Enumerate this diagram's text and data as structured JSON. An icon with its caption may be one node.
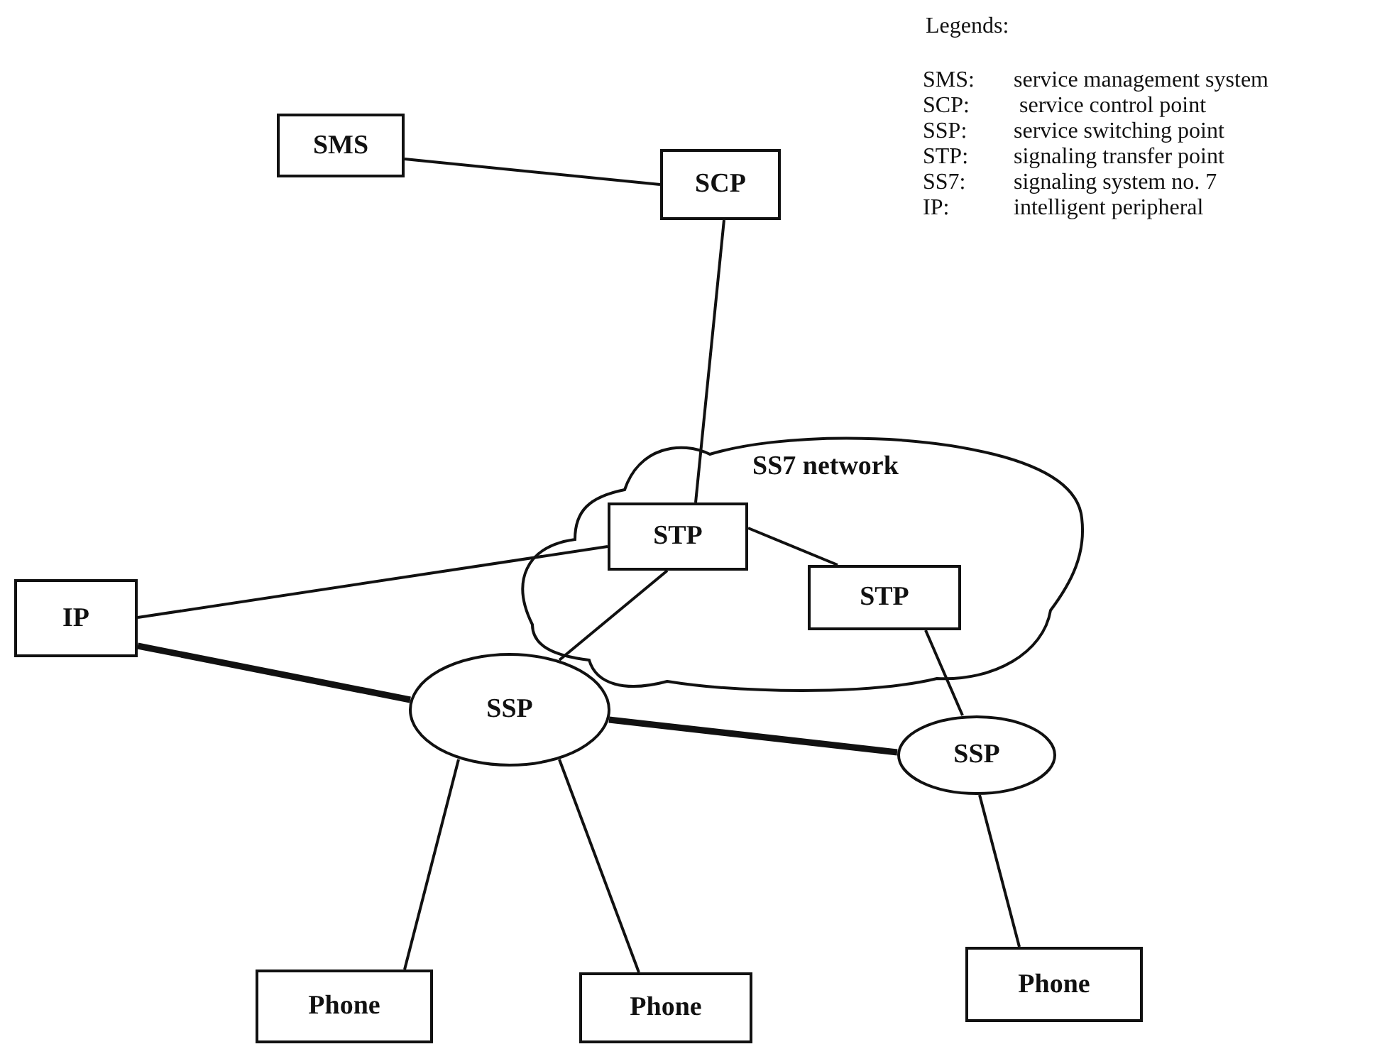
{
  "diagram": {
    "nodes": [
      {
        "text": [
          "SMS"
        ]
      },
      {
        "text": [
          "SCP"
        ]
      },
      {
        "text": [
          "SS7 network"
        ]
      },
      {
        "text": [
          "STP"
        ],
        "in": 2
      },
      {
        "text": [
          "STP"
        ],
        "in": 2
      },
      {
        "text": [
          "IP"
        ]
      },
      {
        "text": [
          "SSP"
        ]
      },
      {
        "text": [
          "SSP"
        ]
      },
      {
        "text": [
          "Phone"
        ]
      },
      {
        "text": [
          "Phone"
        ]
      },
      {
        "text": [
          "Phone"
        ]
      }
    ],
    "edges": [
      {
        "from": 0,
        "to": 1,
        "arrow": "none"
      },
      {
        "from": 1,
        "to": 3,
        "arrow": "none"
      },
      {
        "from": 3,
        "to": 4,
        "arrow": "none"
      },
      {
        "from": 3,
        "to": 5,
        "arrow": "none"
      },
      {
        "from": 3,
        "to": 6,
        "arrow": "none"
      },
      {
        "from": 4,
        "to": 7,
        "arrow": "none"
      },
      {
        "from": 5,
        "to": 6,
        "arrow": "none",
        "style": "thick"
      },
      {
        "from": 6,
        "to": 7,
        "arrow": "none",
        "style": "thick"
      },
      {
        "from": 6,
        "to": 8,
        "arrow": "none"
      },
      {
        "from": 6,
        "to": 9,
        "arrow": "none"
      },
      {
        "from": 7,
        "to": 10,
        "arrow": "none"
      }
    ],
    "labels": [
      "Legends:",
      "SMS:",
      "service management system",
      "SCP:",
      "service control point",
      "SSP:",
      "service switching point",
      "STP:",
      "signaling transfer point",
      "SS7:",
      "signaling system no. 7",
      "IP:",
      "intelligent peripheral"
    ]
  }
}
